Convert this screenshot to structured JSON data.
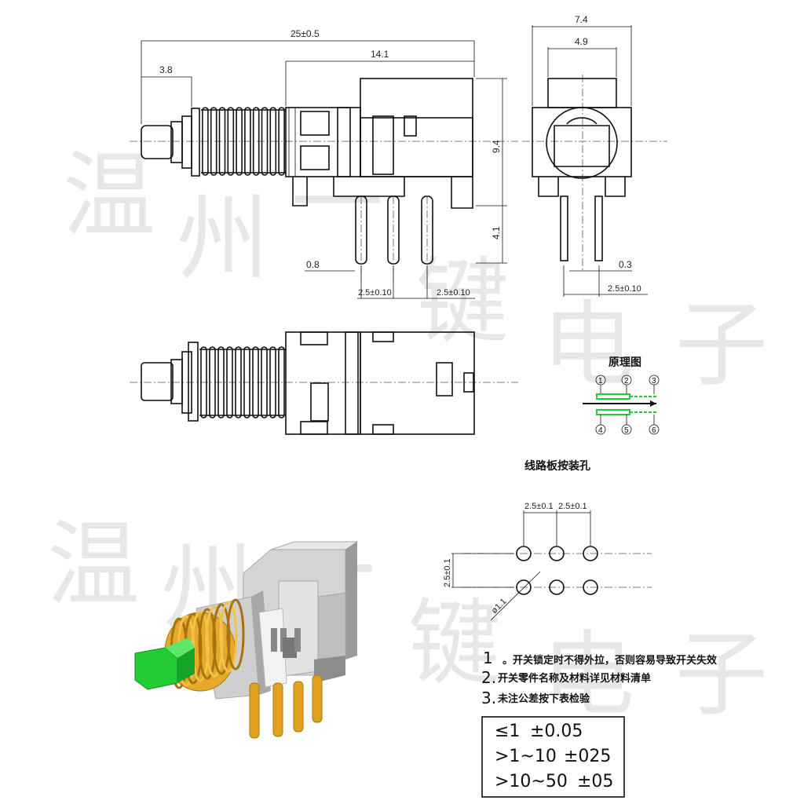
{
  "dimensions": {
    "overall_length": "25±0.5",
    "body_length": "14.1",
    "button_length": "3.8",
    "height": "9.4",
    "pin_length": "4.1",
    "pin_width_side": "0.8",
    "pin_pitch_1": "2.5±0.10",
    "pin_pitch_2": "2.5±0.10",
    "end_width_outer": "7.4",
    "end_width_inner": "4.9",
    "pin_thickness_end": "0.3",
    "end_pin_pitch": "2.5±0.10"
  },
  "schematic": {
    "title": "原理图",
    "pins_top": [
      "1",
      "2",
      "3"
    ],
    "pins_bottom": [
      "4",
      "5",
      "6"
    ]
  },
  "pcb": {
    "title": "线路板按装孔",
    "pitch_x1": "2.5±0.1",
    "pitch_x2": "2.5±0.1",
    "pitch_y": "2.5±0.1",
    "hole_diameter": "ø1.1"
  },
  "notes": [
    {
      "num": "1",
      "text": "。开关锁定时不得外拉，否则容易导致开关失效"
    },
    {
      "num": "2.",
      "text": "开关零件名称及材料详见材料清单"
    },
    {
      "num": "3.",
      "text": "未注公差按下表检验"
    }
  ],
  "tolerance_table": [
    {
      "range": "≤1",
      "tol": "±0.05"
    },
    {
      "range": ">1~10",
      "tol": "±025"
    },
    {
      "range": ">10~50",
      "tol": "±05"
    }
  ],
  "watermark": {
    "line1": [
      "温",
      "州",
      "一",
      "键",
      "电",
      "子"
    ],
    "line2": [
      "温",
      "州",
      "一",
      "键",
      "电",
      "子"
    ]
  },
  "colors": {
    "green": "#22cc33",
    "gold": "#e0a020",
    "gray": "#c8c8c8"
  }
}
